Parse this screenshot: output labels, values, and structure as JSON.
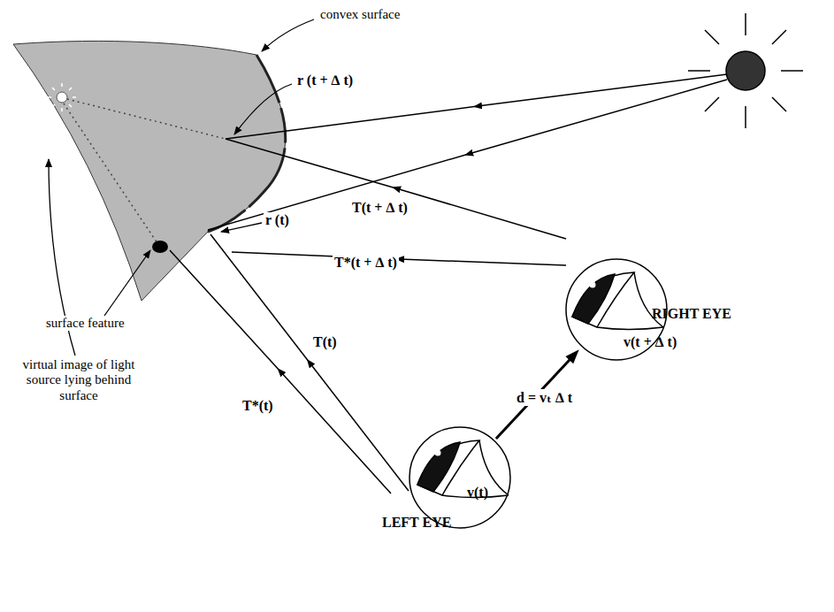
{
  "diagram": {
    "nodes": [
      {
        "text": [
          "v(t + ∆ t)",
          "RIGHT EYE"
        ]
      },
      {
        "text": [
          "v(t)",
          "LEFT EYE"
        ]
      }
    ],
    "edges": [
      {
        "from": 1,
        "to": 0,
        "arrow": "to",
        "label": "d = vₜ ∆ t"
      }
    ],
    "labels": [
      "convex surface",
      "r (t + ∆ t)",
      "T(t + ∆ t)",
      "r (t)",
      "T*(t + ∆ t)",
      "surface feature",
      "T(t)",
      "T*(t)",
      "virtual image of light source lying behind surface"
    ]
  }
}
